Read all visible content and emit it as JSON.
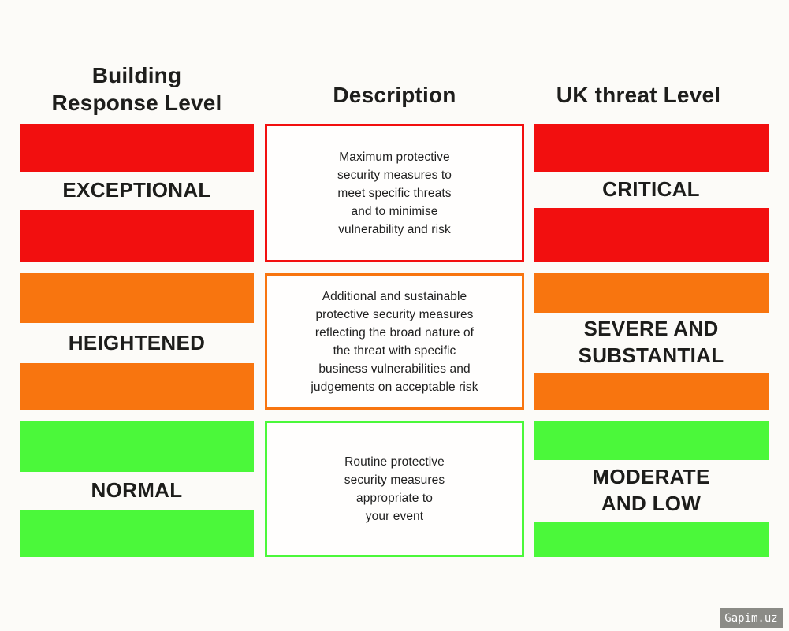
{
  "headers": {
    "col1": "Building\nResponse Level",
    "col2": "Description",
    "col3": "UK threat Level"
  },
  "rows": [
    {
      "response_level": "EXCEPTIONAL",
      "description": "Maximum protective\nsecurity measures to\nmeet specific threats\nand to minimise\nvulnerability and risk",
      "uk_threat_level": "CRITICAL",
      "color": "#f20f0f"
    },
    {
      "response_level": "HEIGHTENED",
      "description": "Additional and sustainable\nprotective security measures\nreflecting the broad nature of\nthe threat with specific\nbusiness vulnerabilities and\njudgements on acceptable risk",
      "uk_threat_level": "SEVERE AND\nSUBSTANTIAL",
      "color": "#f8750f"
    },
    {
      "response_level": "NORMAL",
      "description": "Routine protective\nsecurity measures\nappropriate to\nyour event",
      "uk_threat_level": "MODERATE\nAND LOW",
      "color": "#4bf83a"
    }
  ],
  "watermark": {
    "label": "Gapim.uz",
    "background": "#8b8b86",
    "text_color": "#ffffff"
  },
  "colors": {
    "page_background": "#fcfbf8",
    "heading_text": "#1e1e1c",
    "body_text": "#1f1f1f",
    "row_red": "#f20f0f",
    "row_orange": "#f8750f",
    "row_green": "#4bf83a"
  }
}
